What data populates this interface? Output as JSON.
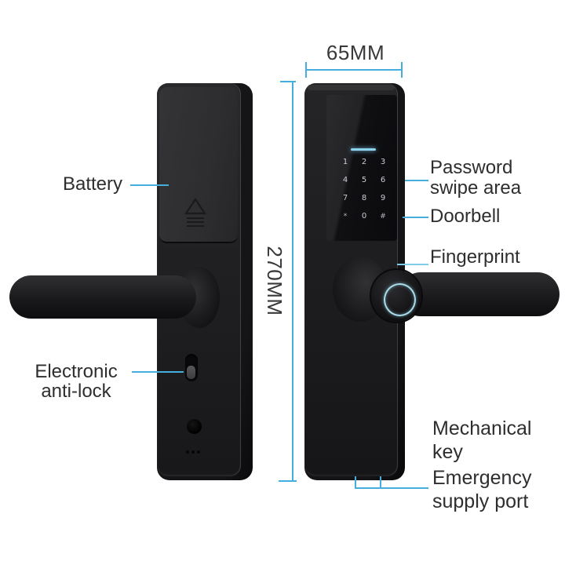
{
  "page": {
    "background": "#ffffff"
  },
  "colors": {
    "callout_blue": "#45aede",
    "glow_blue": "#8fd2ee",
    "fingerprint_ring": "#a9dcea",
    "label_text": "#2e2e30",
    "lock_body_dark": "#1c1c1e"
  },
  "dimensions": {
    "width_label": "65MM",
    "height_label": "270MM"
  },
  "back_lock": {
    "labels": {
      "battery": "Battery",
      "anti_lock_line1": "Electronic",
      "anti_lock_line2": "anti-lock"
    }
  },
  "front_lock": {
    "keypad": {
      "keys": [
        "1",
        "2",
        "3",
        "4",
        "5",
        "6",
        "7",
        "8",
        "9",
        "*",
        "0",
        "#"
      ]
    },
    "labels": {
      "password_line1": "Password",
      "password_line2": "swipe area",
      "doorbell": "Doorbell",
      "fingerprint": "Fingerprint",
      "mechanical_line1": "Mechanical",
      "mechanical_line2": "key",
      "emergency_line1": "Emergency",
      "emergency_line2": "supply port"
    }
  }
}
